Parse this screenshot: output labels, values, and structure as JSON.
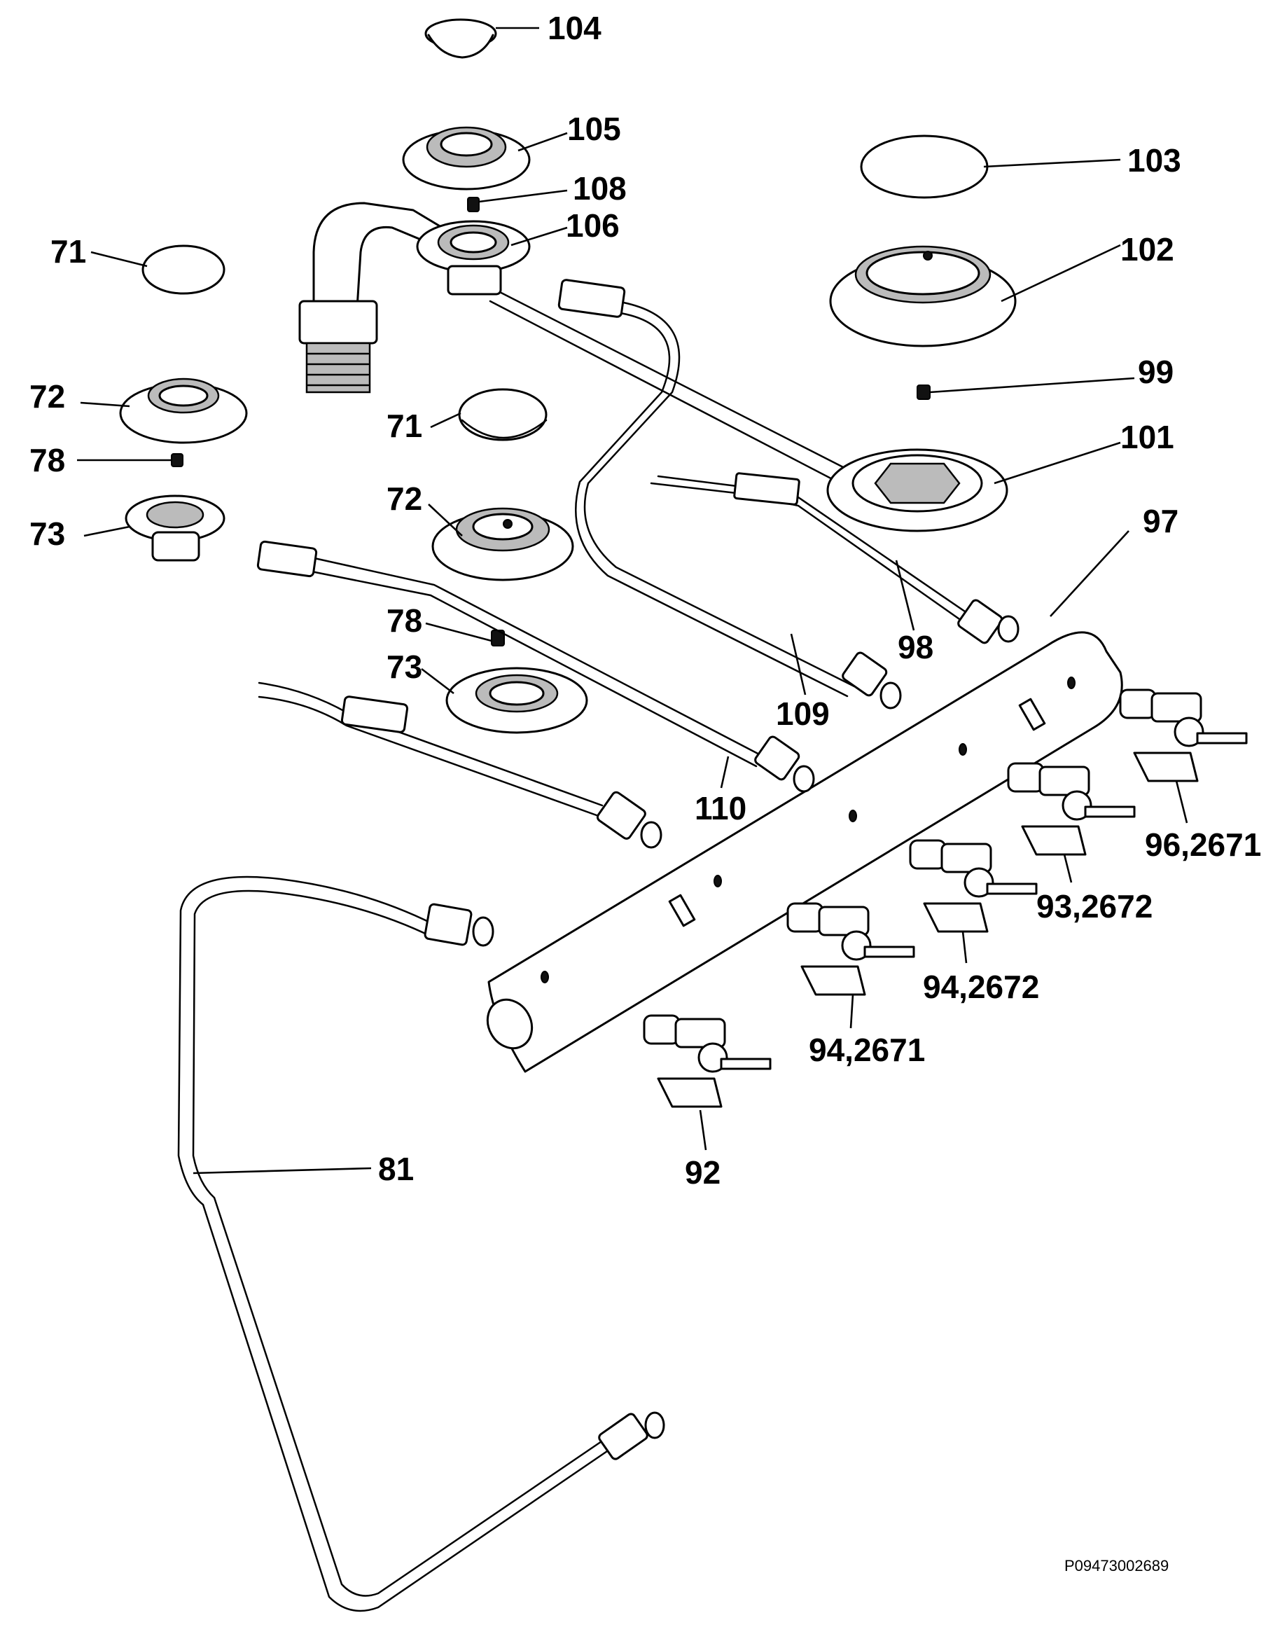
{
  "diagram": {
    "reference": "P09473002689",
    "callouts": {
      "c104": "104",
      "c105": "105",
      "c108": "108",
      "c106": "106",
      "c103": "103",
      "c102": "102",
      "c99": "99",
      "c101": "101",
      "c97": "97",
      "c98": "98",
      "c71a": "71",
      "c72a": "72",
      "c78a": "78",
      "c73a": "73",
      "c71b": "71",
      "c72b": "72",
      "c78b": "78",
      "c73b": "73",
      "c109": "109",
      "c110": "110",
      "c81": "81",
      "c92": "92",
      "c94a": "94,2671",
      "c94b": "94,2672",
      "c93": "93,2672",
      "c96": "96,2671"
    }
  }
}
